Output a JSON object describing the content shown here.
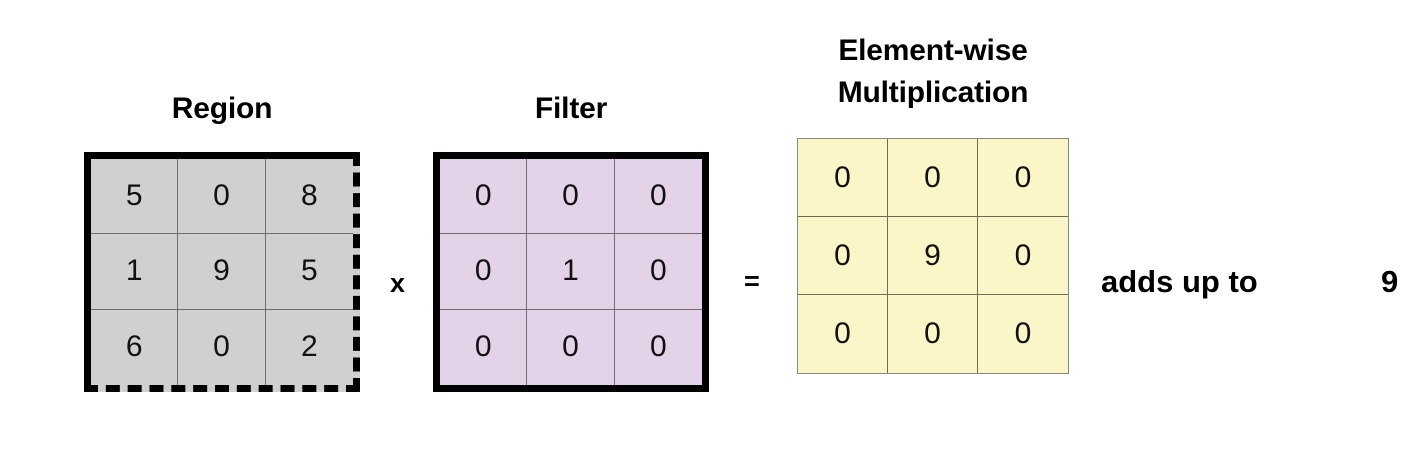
{
  "figure": {
    "title_region": "Region",
    "title_filter": "Filter",
    "title_result_line1": "Element-wise",
    "title_result_line2": "Multiplication",
    "operator_multiply": "x",
    "operator_equals": "=",
    "sum_phrase": "adds up to",
    "sum_value": "9"
  },
  "colors": {
    "region_fill": "#d0d0d0",
    "filter_fill": "#e4d3e8",
    "result_fill": "#fbf6c8",
    "border_strong": "#000000",
    "border_thin": "#6e6e6e",
    "text": "#000000"
  },
  "chart_data": {
    "type": "table",
    "title": "Element-wise Multiplication",
    "matrices": [
      {
        "name": "Region",
        "label": "Region",
        "fill": "#d0d0d0",
        "border_style": "solid-top-left dashed-right-bottom",
        "rows": [
          [
            "5",
            "0",
            "8"
          ],
          [
            "1",
            "9",
            "5"
          ],
          [
            "6",
            "0",
            "2"
          ]
        ]
      },
      {
        "name": "Filter",
        "label": "Filter",
        "fill": "#e4d3e8",
        "border_style": "solid",
        "rows": [
          [
            "0",
            "0",
            "0"
          ],
          [
            "0",
            "1",
            "0"
          ],
          [
            "0",
            "0",
            "0"
          ]
        ]
      },
      {
        "name": "Result",
        "label": "Element-wise Multiplication",
        "fill": "#fbf6c8",
        "border_style": "thin-solid",
        "rows": [
          [
            "0",
            "0",
            "0"
          ],
          [
            "0",
            "9",
            "0"
          ],
          [
            "0",
            "0",
            "0"
          ]
        ]
      }
    ],
    "operators": [
      "x",
      "="
    ],
    "annotation": "adds up to",
    "result_sum": 9
  }
}
